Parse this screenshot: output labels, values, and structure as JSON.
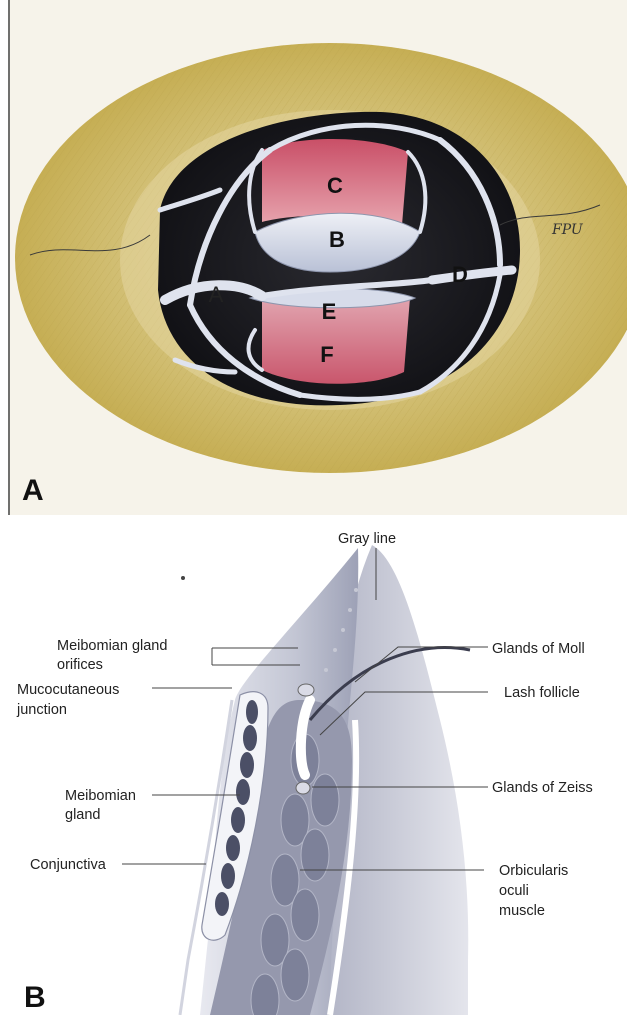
{
  "panels": {
    "a": {
      "panel_letter": "A",
      "structure_labels": {
        "A": "A",
        "B": "B",
        "C": "C",
        "D": "D",
        "E": "E",
        "F": "F"
      },
      "artist_initials": "FPU"
    },
    "b": {
      "panel_letter": "B",
      "labels": {
        "gray_line": "Gray line",
        "meibomian_orifices_1": "Meibomian gland",
        "meibomian_orifices_2": "orifices",
        "mucocutaneous_1": "Mucocutaneous",
        "mucocutaneous_2": "junction",
        "meibomian_gland_1": "Meibomian",
        "meibomian_gland_2": "gland",
        "conjunctiva": "Conjunctiva",
        "glands_of_moll": "Glands of Moll",
        "lash_follicle": "Lash follicle",
        "glands_of_zeiss": "Glands of Zeiss",
        "orbicularis_1": "Orbicularis",
        "orbicularis_2": "oculi",
        "orbicularis_3": "muscle"
      }
    }
  },
  "colors": {
    "skin": "#cfbb63",
    "skin_dark": "#b49a3c",
    "muscle": "#d8677a",
    "tendon": "#cfd6e6",
    "cavity": "#1c1c20",
    "tissue_gray": "#8a8ea3",
    "tissue_light": "#d9dbe6"
  }
}
